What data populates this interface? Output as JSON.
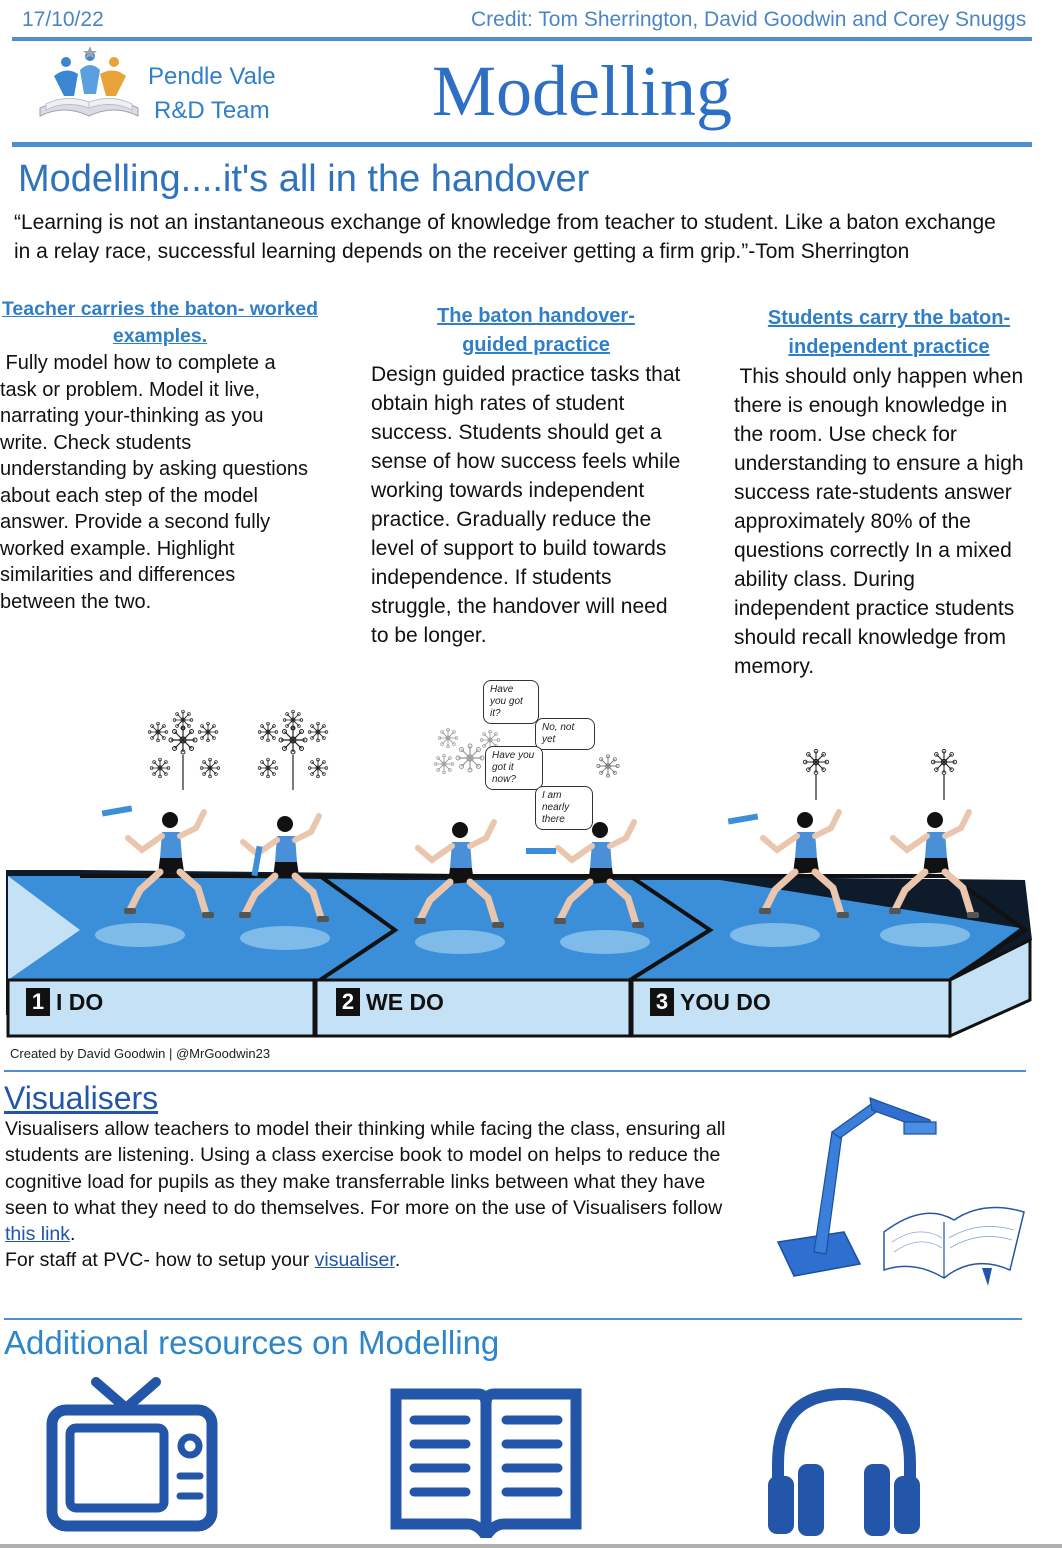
{
  "header": {
    "date": "17/10/22",
    "credit": "Credit: Tom Sherrington, David Goodwin and Corey Snuggs",
    "team_line1": "Pendle Vale",
    "team_line2": "R&D Team",
    "title": "Modelling"
  },
  "intro": {
    "heading": "Modelling....it's all in the handover",
    "quote_line1": "“Learning is not an instantaneous exchange of knowledge from teacher to student. Like a baton exchange",
    "quote_line2": "in a relay race, successful learning depends on the receiver getting a firm grip.”-Tom Sherrington"
  },
  "columns": [
    {
      "title_line1": "Teacher carries the baton- worked",
      "title_line2": "examples.",
      "lines": [
        " Fully model how to complete a",
        "task or problem. Model it live,",
        "narrating your-thinking as you",
        "write. Check students",
        "understanding by asking questions",
        "about each step of the model",
        "answer. Provide a second fully",
        "worked example. Highlight",
        "similarities and differences",
        "between the two."
      ]
    },
    {
      "title_line1": "The baton handover-",
      "title_line2": "guided practice",
      "lines": [
        "Design guided practice tasks that",
        "obtain high rates of student",
        "success. Students should get a",
        "sense of how success feels while",
        "working towards independent",
        "practice. Gradually reduce the",
        "level of support to build towards",
        "independence. If students",
        "struggle, the handover will need",
        "to be longer."
      ]
    },
    {
      "title_line1": "Students carry the baton-",
      "title_line2": "independent practice",
      "lines": [
        " This should only happen when",
        "there is enough knowledge in",
        "the room. Use check for",
        "understanding to ensure a high",
        "success rate-students answer",
        "approximately 80% of the",
        "questions correctly In a mixed",
        "ability class. During",
        "independent practice students",
        "should recall knowledge from",
        "memory."
      ]
    }
  ],
  "diagram": {
    "bubbles": [
      "Have you got it?",
      "No, not yet",
      "Have you got it now?",
      "I am nearly there"
    ],
    "stages": [
      {
        "num": "1",
        "label": "I DO"
      },
      {
        "num": "2",
        "label": "WE DO"
      },
      {
        "num": "3",
        "label": "YOU DO"
      }
    ],
    "caption": "Created by David Goodwin | @MrGoodwin23",
    "colors": {
      "track_top": "#3b8fd9",
      "track_front": "#c5e1f6",
      "runner_top": "#4a90d9"
    }
  },
  "visualisers": {
    "heading": "Visualisers",
    "line1": "Visualisers allow teachers to model their thinking while facing the class, ensuring all",
    "line2": "students are listening. Using a class exercise book to model on helps to reduce the",
    "line3": "cognitive load for pupils as they make transferrable links between what they have",
    "line4": "seen to what they need to do themselves. For more on the use of Visualisers follow",
    "link1": "this link",
    "link1_suffix": ".",
    "staff_prefix": "For staff at PVC- how to setup your ",
    "link2": "visualiser",
    "link2_suffix": "."
  },
  "resources": {
    "heading": "Additional resources on Modelling",
    "icons": [
      "tv-icon",
      "book-icon",
      "headphones-icon"
    ],
    "icon_color": "#2356a8"
  }
}
